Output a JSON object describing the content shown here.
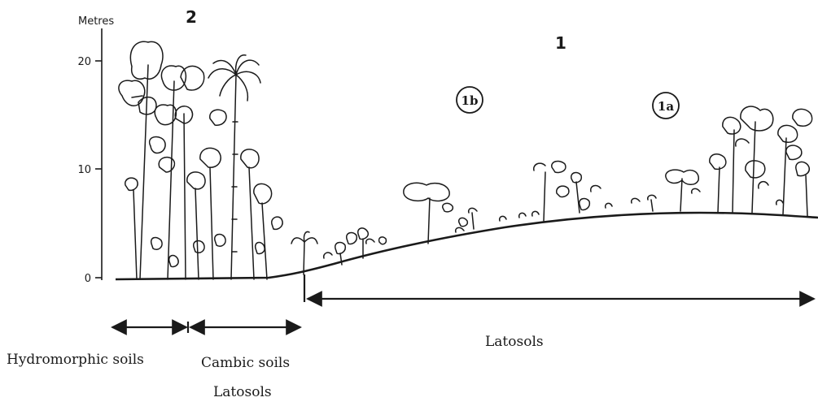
{
  "axis": {
    "unit_label": "Metres",
    "ticks": [
      "20",
      "10",
      "0"
    ]
  },
  "zones": {
    "zone_2": "2",
    "zone_1": "1",
    "sub_1b": "1b",
    "sub_1a": "1a"
  },
  "soils": {
    "hydromorphic": "Hydromorphic soils",
    "cambic": "Cambic soils",
    "latosols_under_cambic": "Latosols",
    "latosols": "Latosols"
  },
  "colors": {
    "ink": "#1a1a1a",
    "background": "#ffffff"
  }
}
